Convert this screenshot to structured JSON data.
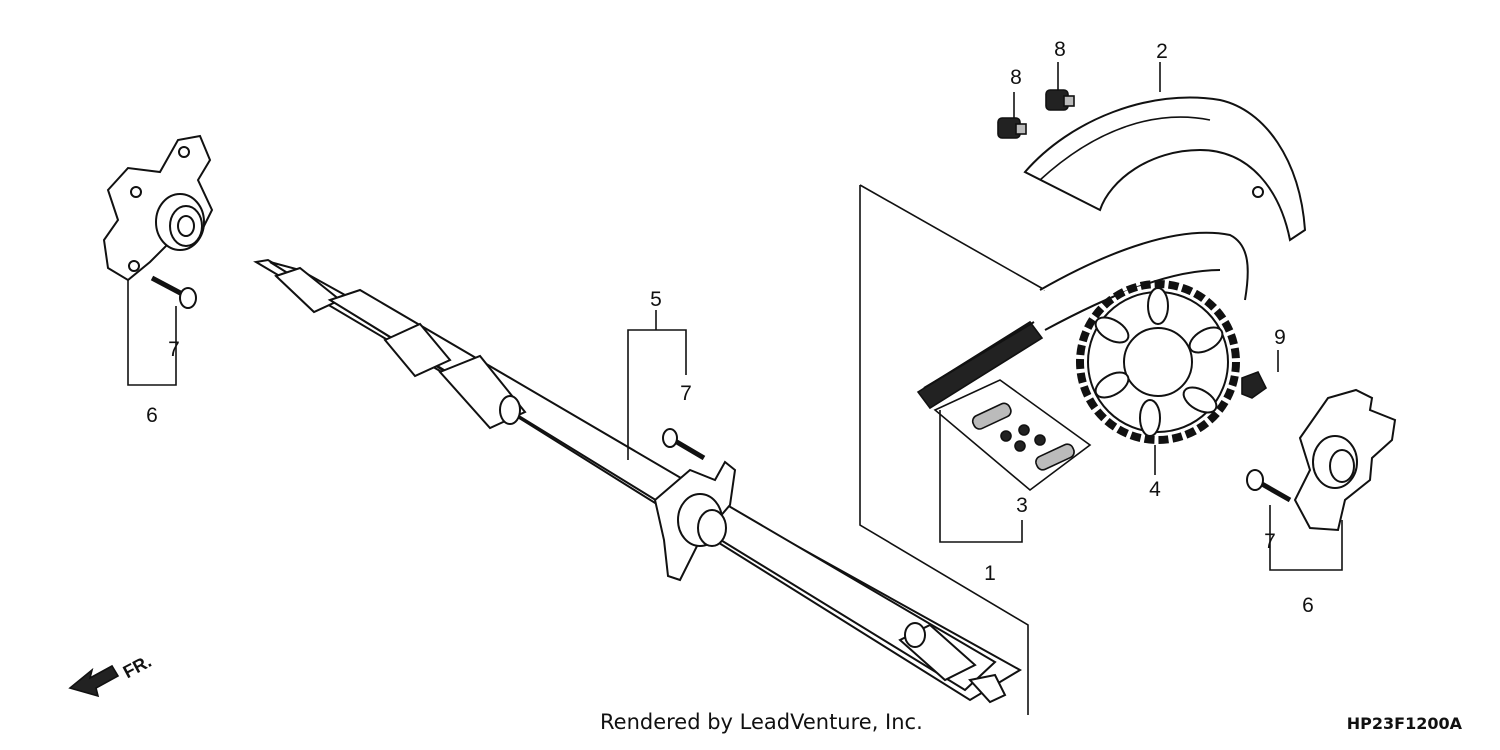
{
  "callouts": {
    "p1": "1",
    "p2": "2",
    "p3": "3",
    "p4": "4",
    "p5": "5",
    "p6_left": "6",
    "p6_right": "6",
    "p7_left": "7",
    "p7_mid": "7",
    "p7_right": "7",
    "p8_a": "8",
    "p8_b": "8",
    "p9": "9"
  },
  "direction_marker": "FR.",
  "credit": "Rendered by LeadVenture, Inc.",
  "diagram_code": "HP23F1200A"
}
